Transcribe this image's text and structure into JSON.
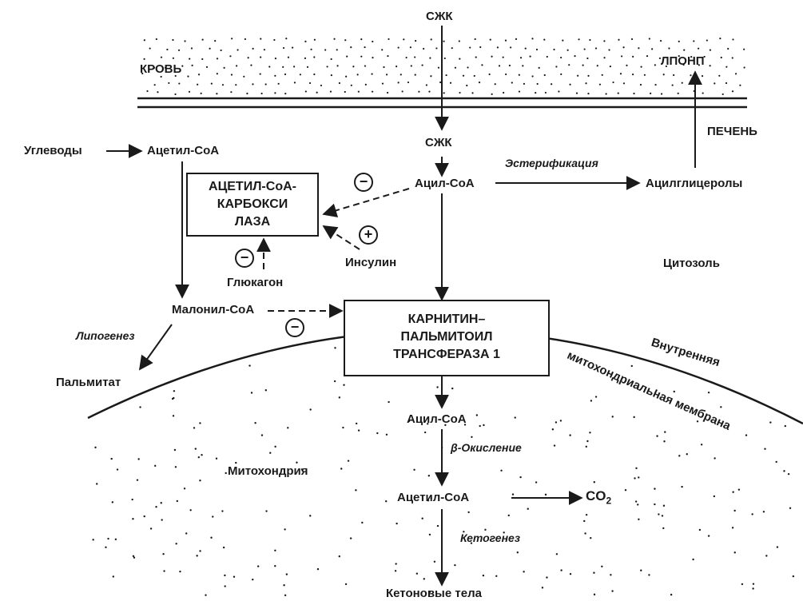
{
  "labels": {
    "szhk_top": "СЖК",
    "krov": "КРОВЬ",
    "lponp": "ЛПОНП",
    "pechen": "ПЕЧЕНЬ",
    "szhk_mid": "СЖК",
    "uglevody": "Углеводы",
    "acetyl_coa_top": "Ацетил-СоА",
    "esterifikaciya": "Эстерификация",
    "acyl_coa_top": "Ацил-СоА",
    "acylglyceroly": "Ацилглицеролы",
    "insulin": "Инсулин",
    "glukagon": "Глюкагон",
    "citozol": "Цитозоль",
    "malonyl_coa": "Малонил-СоА",
    "lipogenez": "Липогенез",
    "palmitat": "Пальмитат",
    "membrane_line1": "Внутренняя",
    "membrane_line2": "митохондриальная мембрана",
    "acyl_coa_mito": "Ацил-СоА",
    "beta_oxidation": "β-Окисление",
    "mitohondriya": "Митохондрия",
    "acetyl_coa_mito": "Ацетил-СоА",
    "co2": "CO",
    "co2_sub": "2",
    "ketogenez": "Кетогенез",
    "ketone_bodies": "Кетоновые тела"
  },
  "boxes": {
    "acc": [
      "АЦЕТИЛ-СоА-",
      "КАРБОКСИ",
      "ЛАЗА"
    ],
    "cpt": [
      "КАРНИТИН–",
      "ПАЛЬМИТОИЛ",
      "ТРАНСФЕРАЗА 1"
    ]
  },
  "signs": {
    "minus": "−",
    "plus": "+"
  },
  "colors": {
    "ink": "#1a1a1a",
    "background": "#ffffff"
  }
}
